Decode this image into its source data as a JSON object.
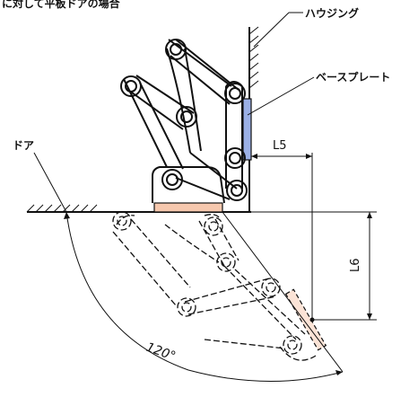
{
  "diagram": {
    "caption_partial": "に対して平板ドアの場合",
    "labels": {
      "housing": "ハウジング",
      "base_plate": "ベースプレート",
      "door": "ドア",
      "l5": "L5",
      "l6": "L6",
      "angle": "120°"
    },
    "colors": {
      "line": "#111111",
      "plate_fill": "#f6c8ae",
      "plate_fill_light": "#fbe3d6",
      "plate_blue": "#9bb0e6"
    }
  }
}
